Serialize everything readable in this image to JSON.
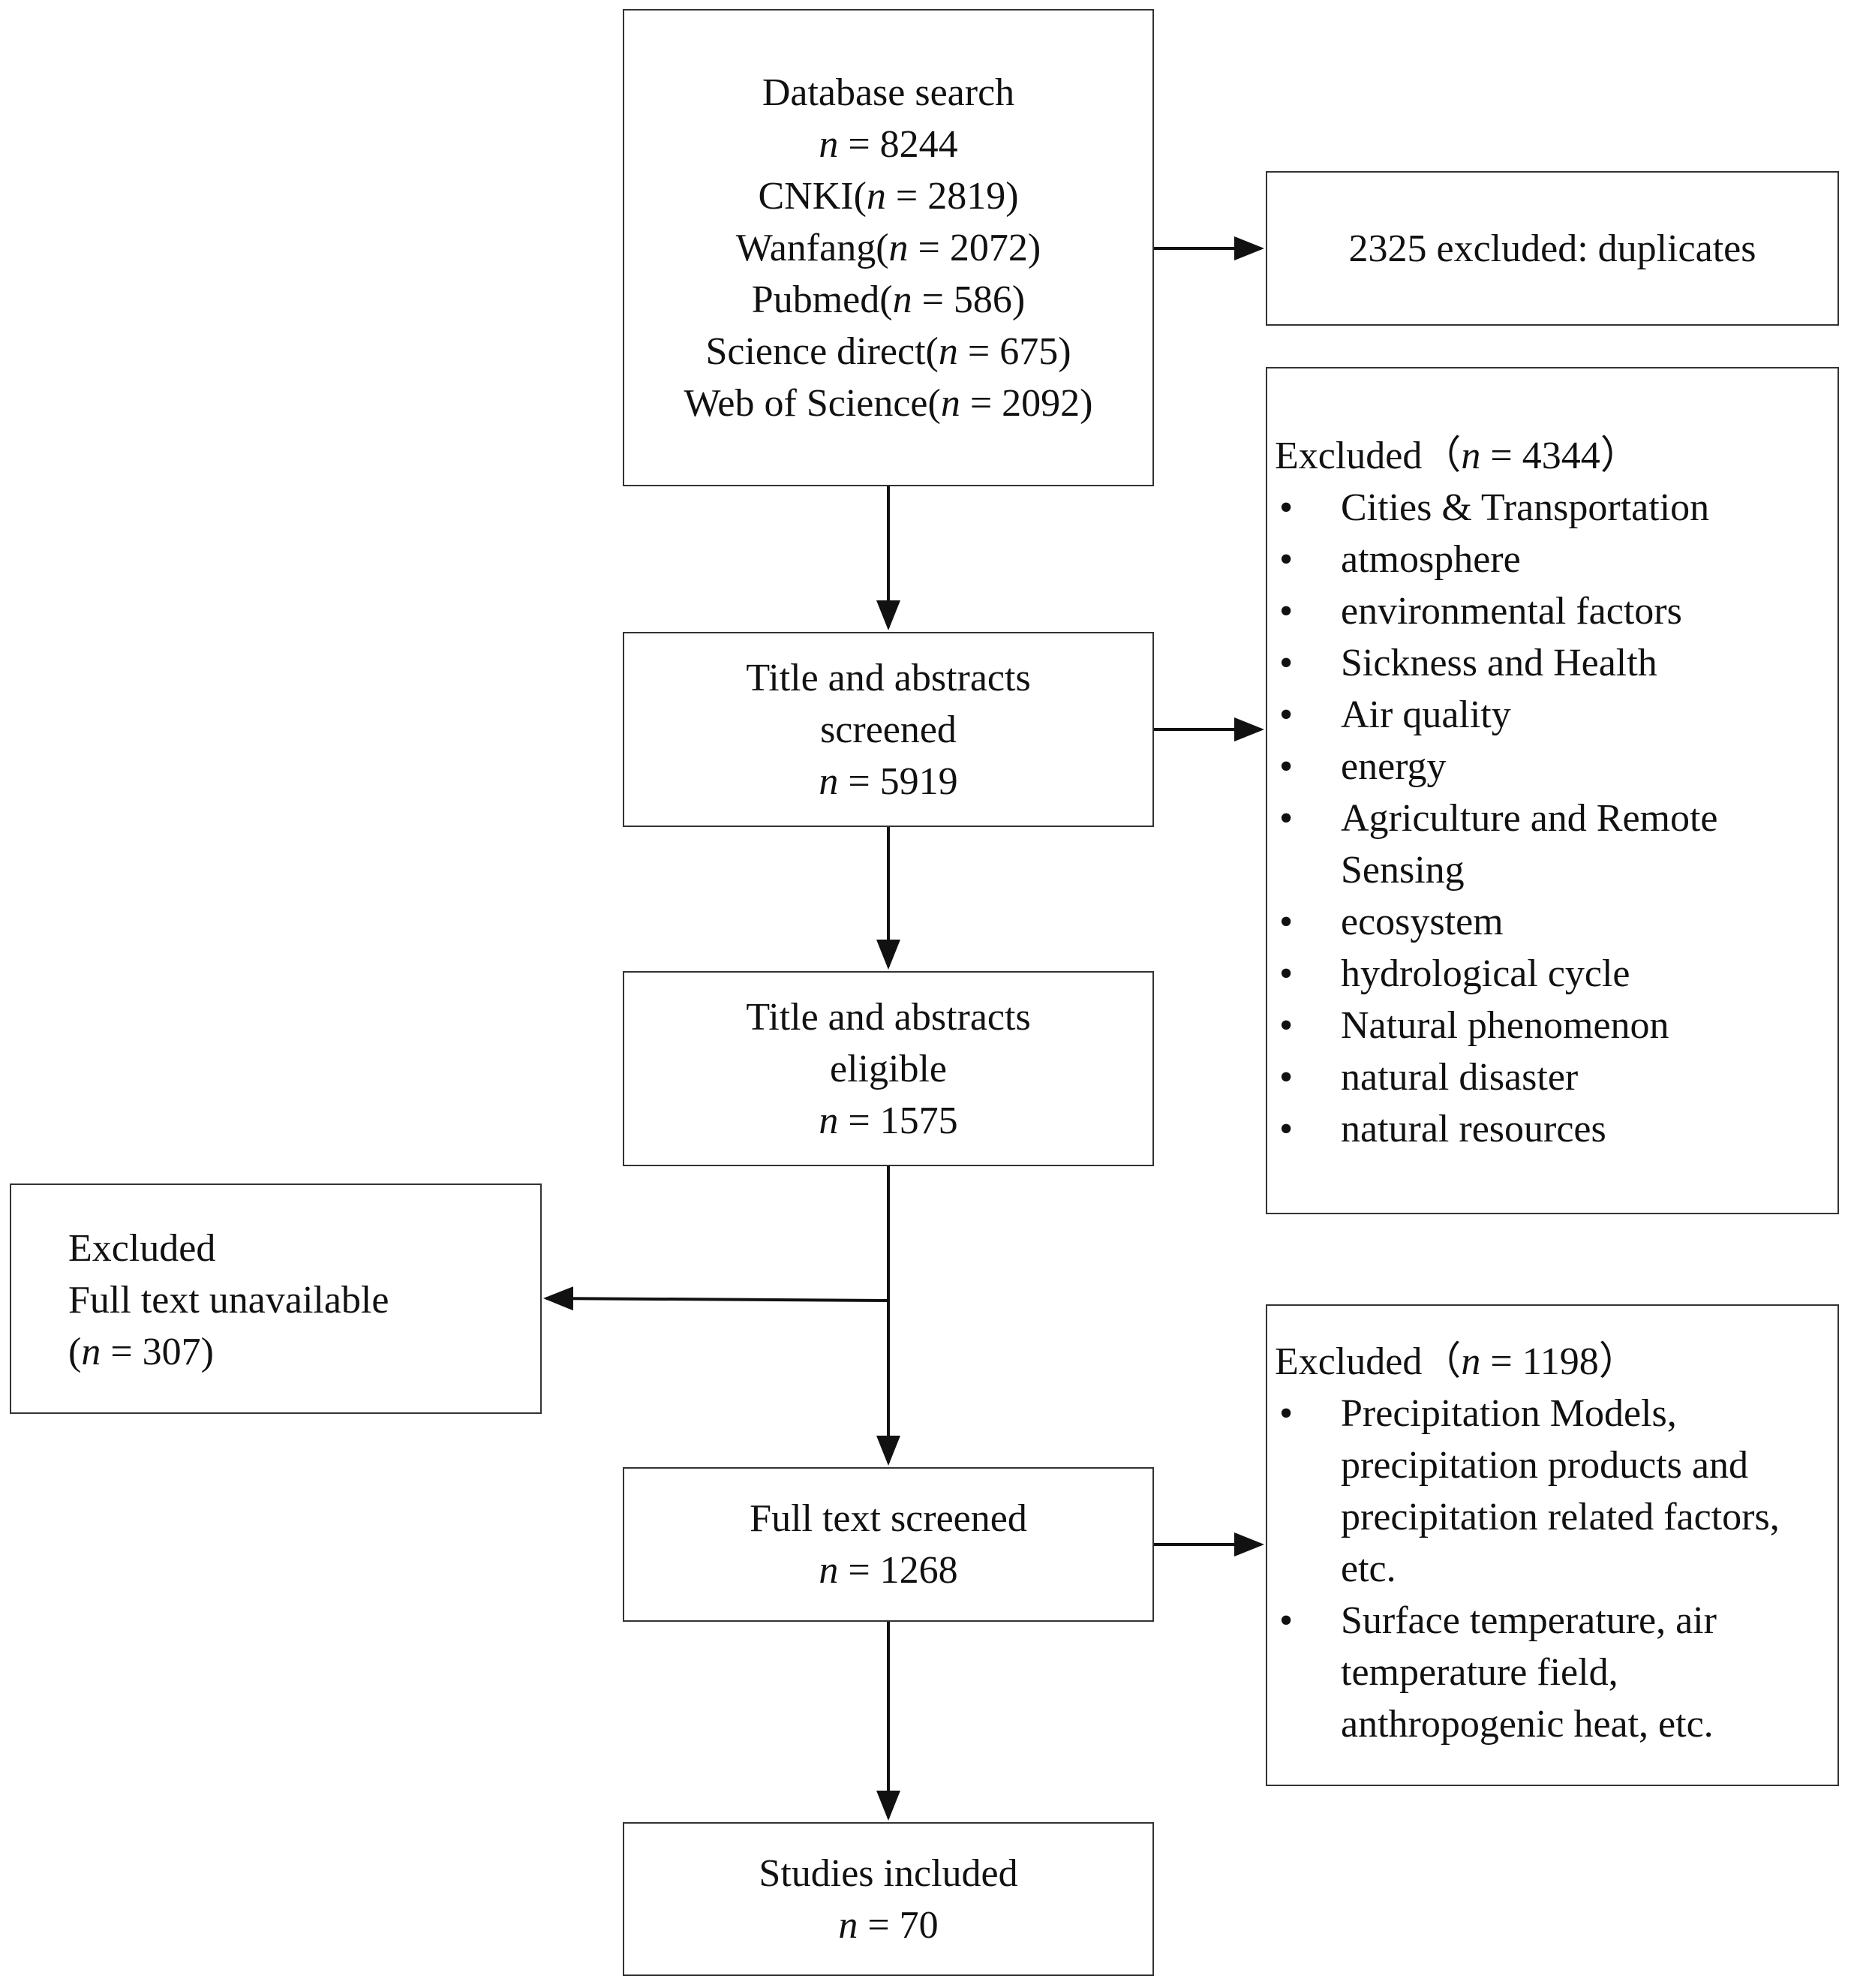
{
  "database_search": {
    "title": "Database search",
    "n": "8244",
    "sources": [
      {
        "name": "CNKI",
        "n": "2819"
      },
      {
        "name": "Wanfang",
        "n": "2072"
      },
      {
        "name": "Pubmed",
        "n": "586"
      },
      {
        "name": "Science direct",
        "n": "675"
      },
      {
        "name": "Web of Science",
        "n": "2092"
      }
    ]
  },
  "duplicates": "2325 excluded: duplicates",
  "screened": {
    "title1": "Title and abstracts",
    "title2": "screened",
    "n": "5919"
  },
  "excluded_1": {
    "label": "Excluded",
    "n": "4344",
    "items": [
      "Cities & Transportation",
      "atmosphere",
      "environmental factors",
      "Sickness and Health",
      "Air quality",
      "energy",
      "Agriculture and Remote Sensing",
      "ecosystem",
      "hydrological cycle",
      "Natural phenomenon",
      "natural disaster",
      "natural resources"
    ]
  },
  "eligible": {
    "title1": "Title and abstracts",
    "title2": "eligible",
    "n": "1575"
  },
  "excluded_unavailable": {
    "label": "Excluded",
    "reason": "Full text unavailable",
    "n": "307"
  },
  "full_text": {
    "title": "Full text screened",
    "n": "1268"
  },
  "excluded_2": {
    "label": "Excluded",
    "n": "1198",
    "items": [
      "Precipitation Models, precipitation products and precipitation related factors, etc.",
      "Surface temperature, air temperature field, anthropogenic heat, etc."
    ]
  },
  "included": {
    "title": "Studies included",
    "n": "70"
  }
}
